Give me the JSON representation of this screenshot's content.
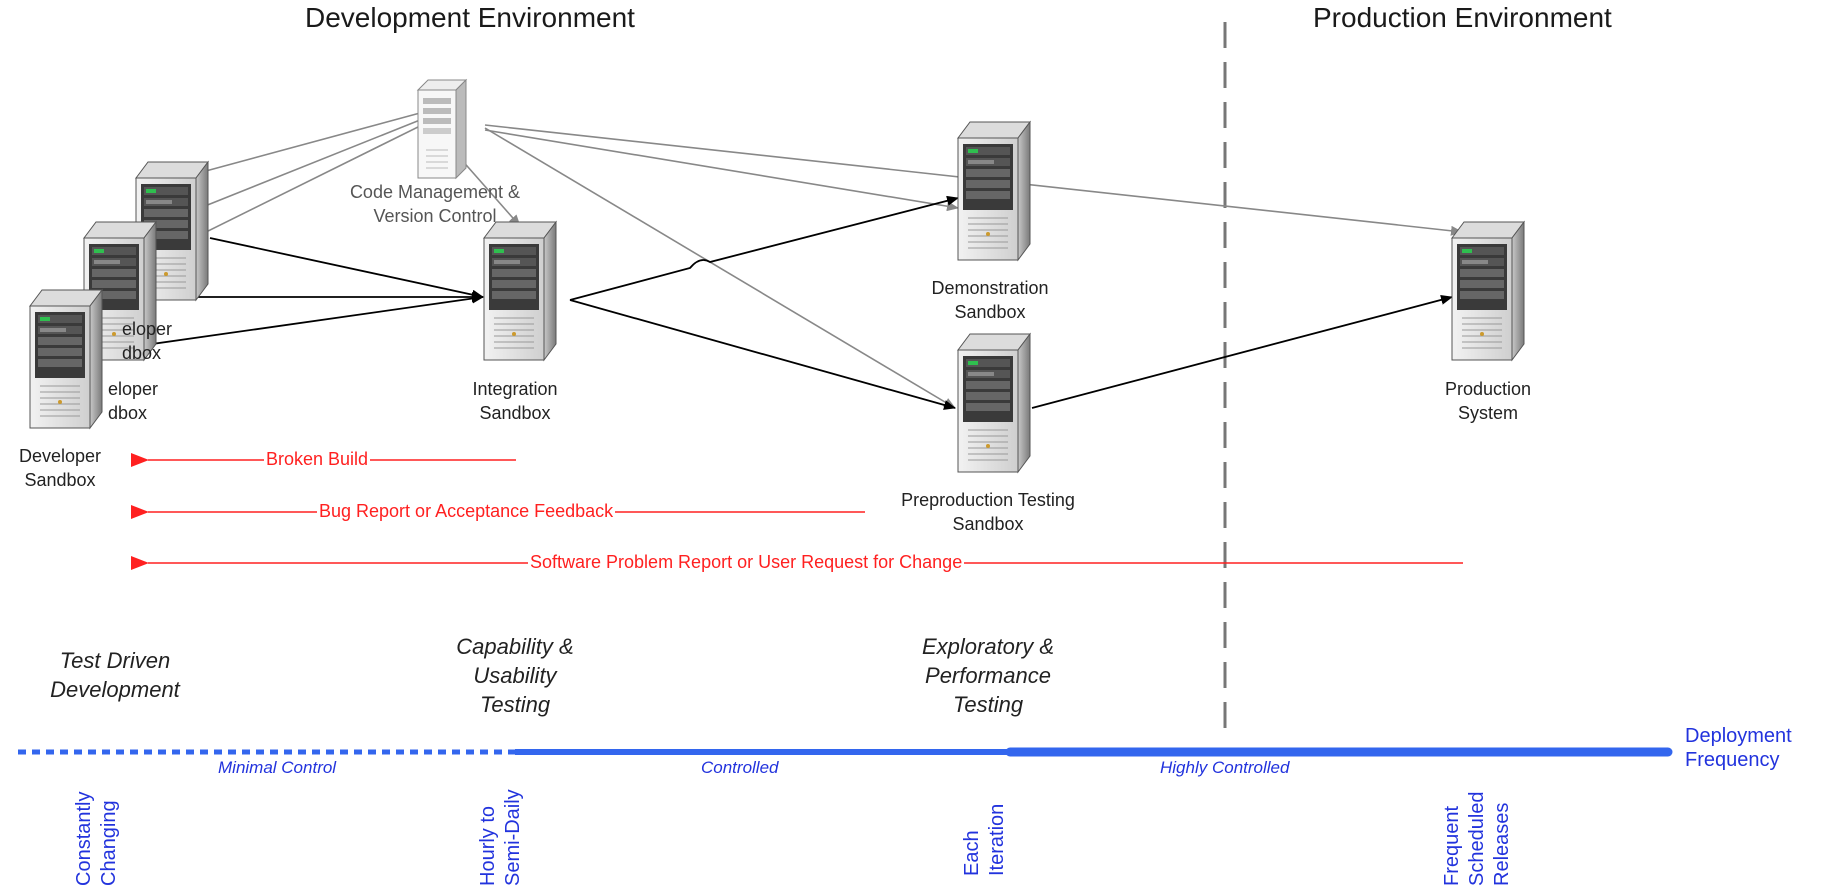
{
  "headers": {
    "development": "Development Environment",
    "production": "Production Environment"
  },
  "nodes": {
    "code_mgmt": [
      "Code Management &",
      "Version Control"
    ],
    "dev_back1": [
      "eloper",
      "dbox"
    ],
    "dev_back2": [
      "eloper",
      "dbox"
    ],
    "dev_front": [
      "Developer",
      "Sandbox"
    ],
    "integration": [
      "Integration",
      "Sandbox"
    ],
    "demonstration": [
      "Demonstration",
      "Sandbox"
    ],
    "preproduction": [
      "Preproduction Testing",
      "Sandbox"
    ],
    "production": [
      "Production",
      "System"
    ]
  },
  "feedback": {
    "broken_build": "Broken Build",
    "bug_report": "Bug Report or Acceptance Feedback",
    "problem_report": "Software Problem Report or User Request for Change"
  },
  "phases": {
    "tdd": [
      "Test Driven",
      "Development"
    ],
    "capability": [
      "Capability &",
      "Usability",
      "Testing"
    ],
    "exploratory": [
      "Exploratory &",
      "Performance",
      "Testing"
    ]
  },
  "control_levels": [
    "Minimal Control",
    "Controlled",
    "Highly Controlled"
  ],
  "deployment_frequency": [
    "Deployment",
    "Frequency"
  ],
  "frequencies": {
    "constant": [
      "Constantly",
      "Changing"
    ],
    "hourly": [
      "Hourly to",
      "Semi-Daily"
    ],
    "iteration": [
      "Each",
      "Iteration"
    ],
    "frequent": [
      "Frequent",
      "Scheduled",
      "Releases"
    ]
  },
  "colors": {
    "feedback": "#ff2020",
    "frequency": "#2233dd",
    "vcs_arrows": "#888888",
    "flow_arrows": "#000000"
  },
  "icons": [
    "server-tower-icon",
    "file-server-icon"
  ]
}
